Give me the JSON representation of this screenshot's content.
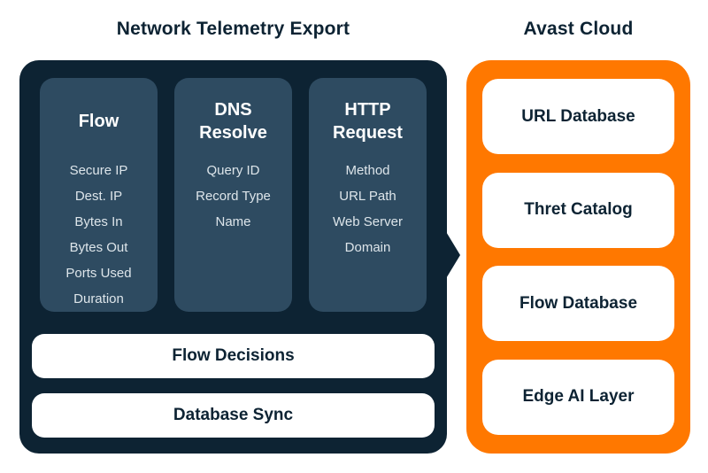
{
  "colors": {
    "panel_dark": "#0D2333",
    "column_slate": "#2E4B61",
    "brand_orange": "#FF7800",
    "text_dark": "#0D2333",
    "text_light": "#DDE5EA"
  },
  "telemetry": {
    "title": "Network Telemetry Export",
    "columns": [
      {
        "heading": "Flow",
        "items": [
          "Secure IP",
          "Dest. IP",
          "Bytes In",
          "Bytes Out",
          "Ports Used",
          "Duration"
        ]
      },
      {
        "heading": "DNS Resolve",
        "items": [
          "Query ID",
          "Record Type",
          "Name"
        ]
      },
      {
        "heading": "HTTP Request",
        "items": [
          "Method",
          "URL Path",
          "Web Server Domain"
        ]
      }
    ],
    "bars": [
      "Flow Decisions",
      "Database Sync"
    ]
  },
  "cloud": {
    "title": "Avast Cloud",
    "boxes": [
      "URL Database",
      "Thret Catalog",
      "Flow Database",
      "Edge AI Layer"
    ]
  }
}
